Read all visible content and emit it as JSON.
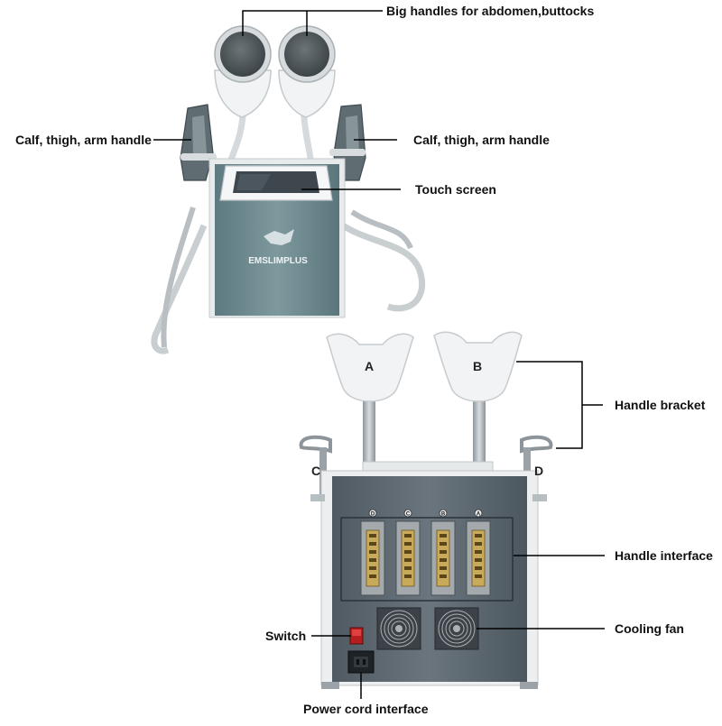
{
  "callouts": {
    "big_handles": "Big handles for abdomen,buttocks",
    "calf_left": "Calf, thigh, arm handle",
    "calf_right": "Calf, thigh, arm handle",
    "touch_screen": "Touch screen",
    "handle_bracket": "Handle bracket",
    "handle_interface": "Handle interface",
    "switch": "Switch",
    "cooling_fan": "Cooling fan",
    "power_cord": "Power cord interface"
  },
  "brand": {
    "logo_text": "EMSLIMPLUS"
  },
  "handle_letters": {
    "a": "A",
    "b": "B",
    "c": "C",
    "d": "D"
  },
  "port_labels": [
    "D",
    "C",
    "B",
    "A"
  ]
}
